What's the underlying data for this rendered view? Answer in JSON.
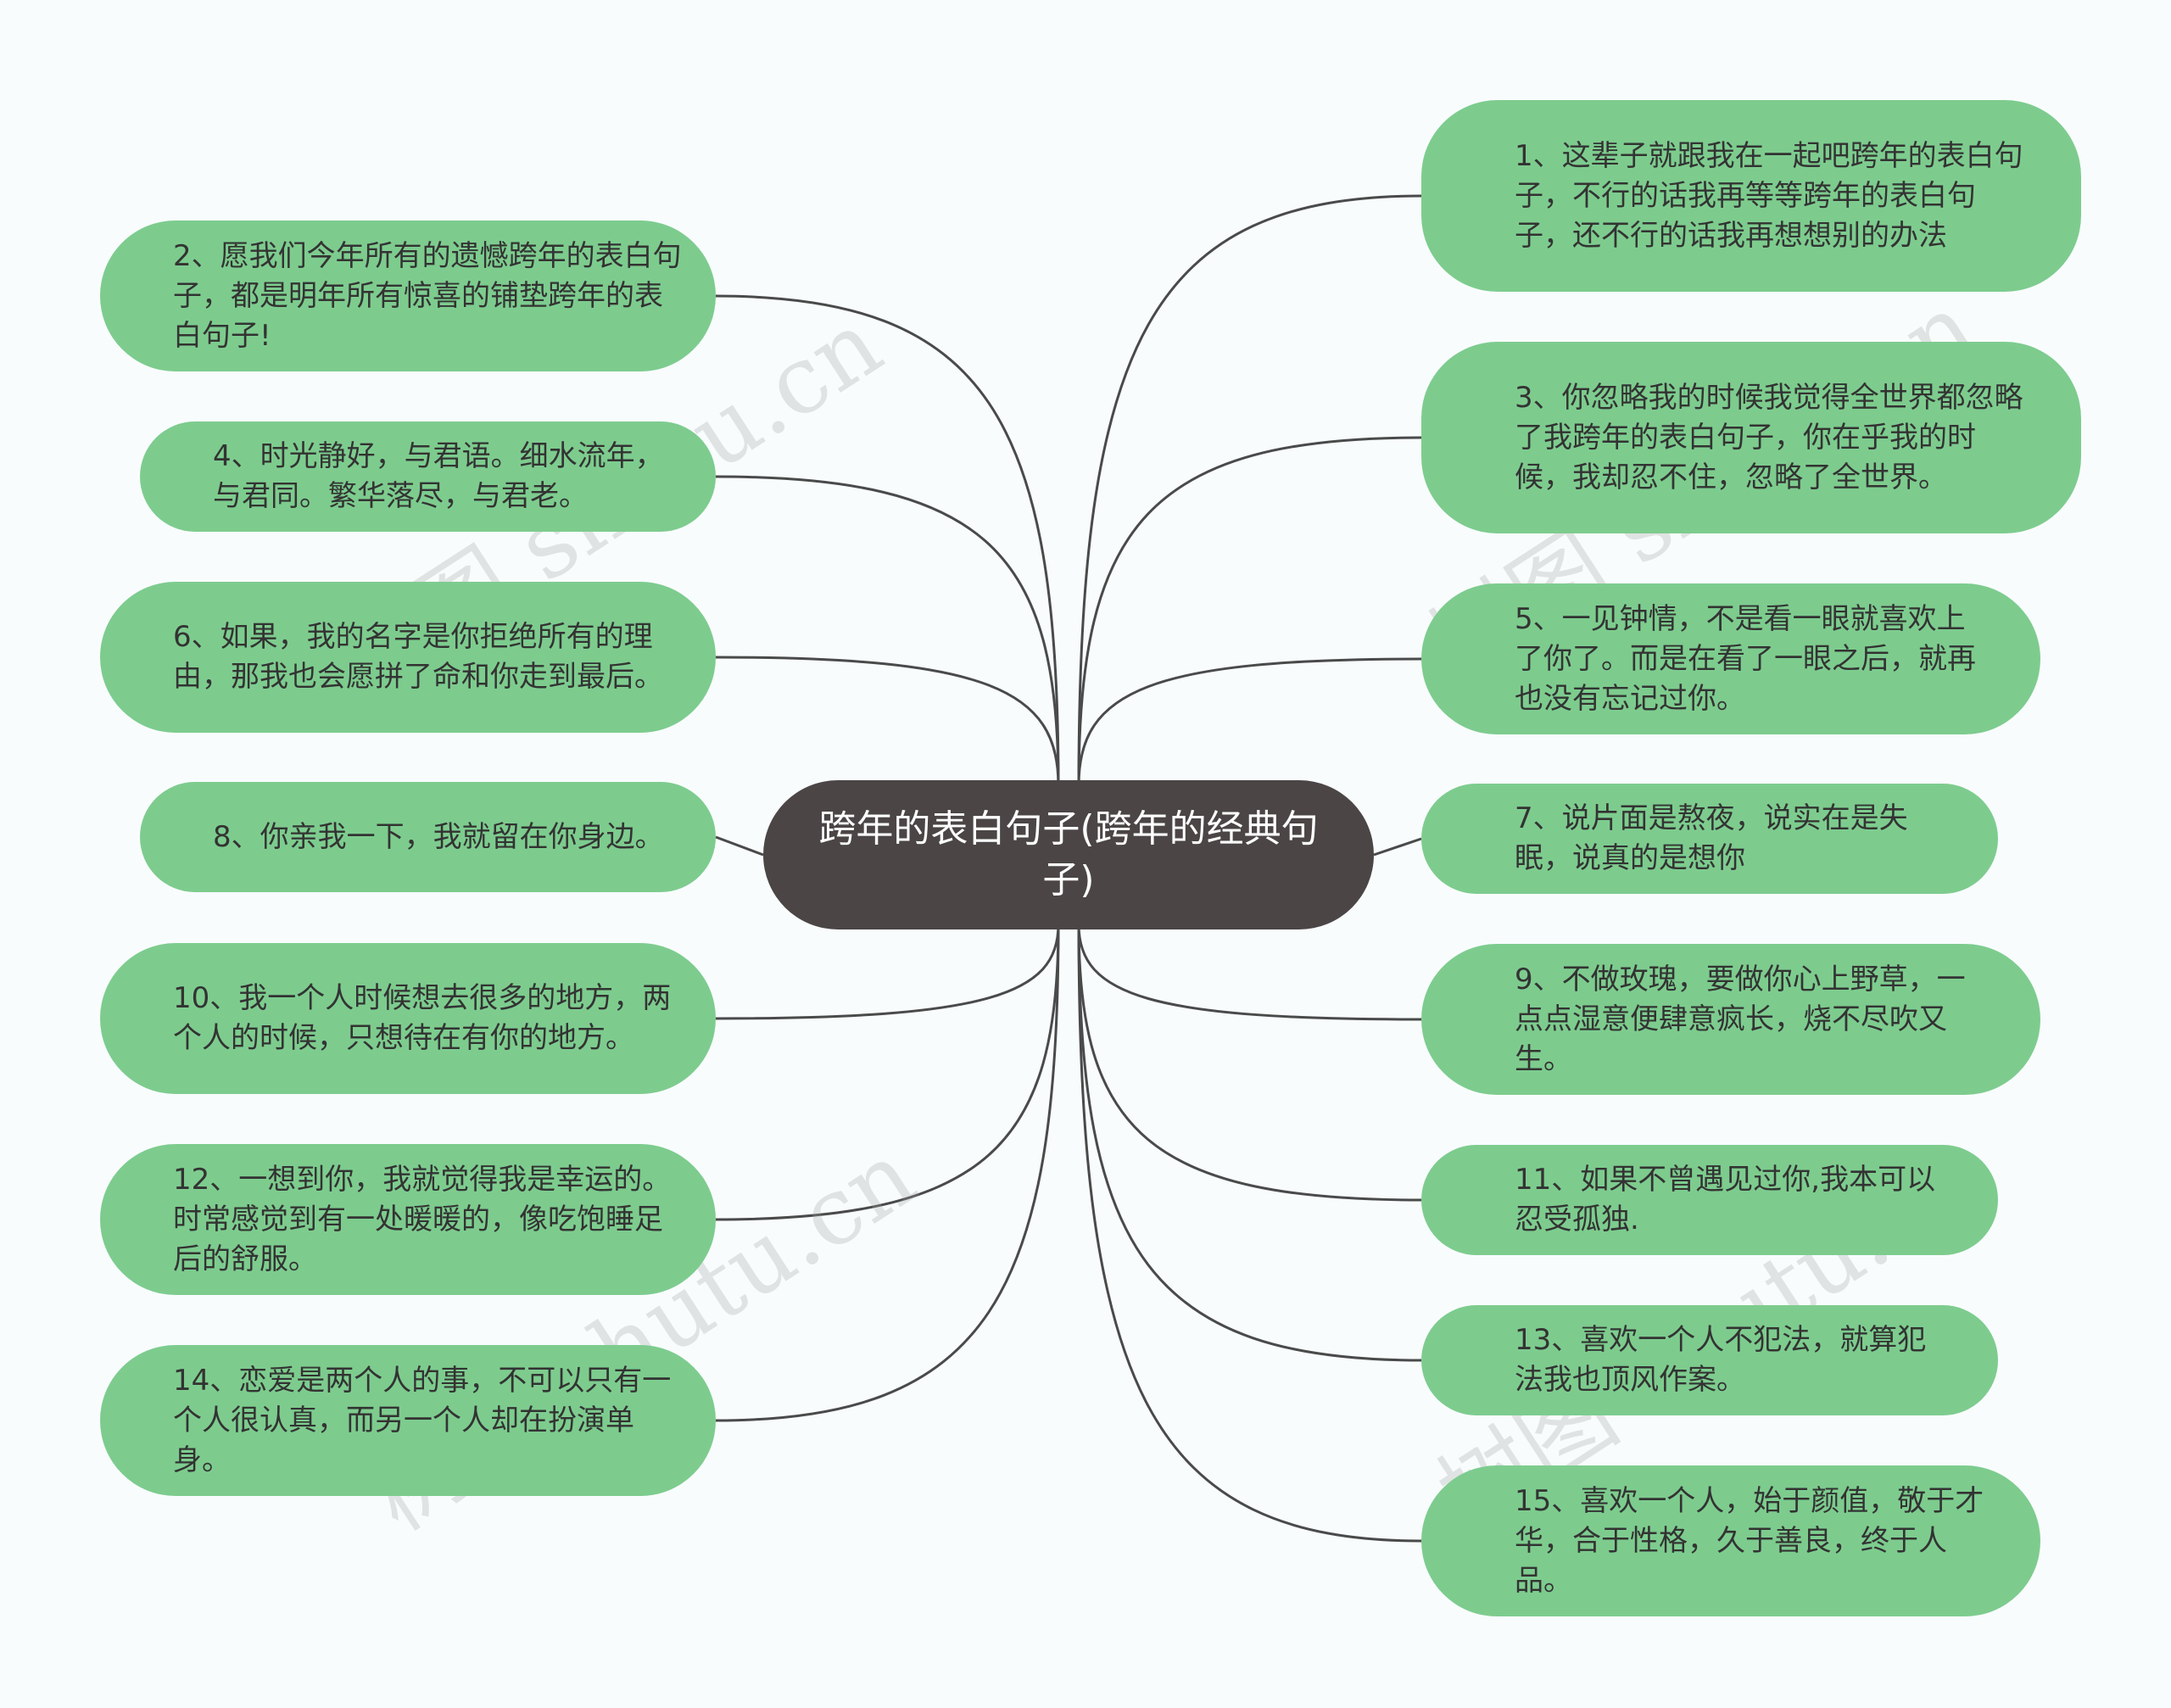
{
  "center": {
    "label": "跨年的表白句子(跨年的经典句子)"
  },
  "left_nodes": [
    {
      "label": "2、愿我们今年所有的遗憾跨年的表白句子，都是明年所有惊喜的铺垫跨年的表白句子!"
    },
    {
      "label": "4、时光静好，与君语。细水流年，与君同。繁华落尽，与君老。"
    },
    {
      "label": "6、如果，我的名字是你拒绝所有的理由，那我也会愿拼了命和你走到最后。"
    },
    {
      "label": "8、你亲我一下，我就留在你身边。"
    },
    {
      "label": "10、我一个人时候想去很多的地方，两个人的时候，只想待在有你的地方。"
    },
    {
      "label": "12、一想到你，我就觉得我是幸运的。时常感觉到有一处暖暖的，像吃饱睡足后的舒服。"
    },
    {
      "label": "14、恋爱是两个人的事，不可以只有一个人很认真，而另一个人却在扮演单身。"
    }
  ],
  "right_nodes": [
    {
      "label": "1、这辈子就跟我在一起吧跨年的表白句子，不行的话我再等等跨年的表白句子，还不行的话我再想想别的办法"
    },
    {
      "label": "3、你忽略我的时候我觉得全世界都忽略了我跨年的表白句子，你在乎我的时候，我却忍不住，忽略了全世界。"
    },
    {
      "label": "5、一见钟情，不是看一眼就喜欢上了你了。而是在看了一眼之后，就再也没有忘记过你。"
    },
    {
      "label": "7、说片面是熬夜，说实在是失眠，说真的是想你"
    },
    {
      "label": "9、不做玫瑰，要做你心上野草，一点点湿意便肆意疯长，烧不尽吹又生。"
    },
    {
      "label": "11、如果不曾遇见过你,我本可以忍受孤独."
    },
    {
      "label": "13、喜欢一个人不犯法，就算犯法我也顶风作案。"
    },
    {
      "label": "15、喜欢一个人，始于颜值，敬于才华，合于性格，久于善良，终于人品。"
    }
  ],
  "watermarks": [
    "树图 shutu.cn",
    "树图 shutu.cn",
    "树图 shutu.cn",
    "树图 shutu.cn"
  ],
  "colors": {
    "node_fill": "#7dcc8e",
    "center_fill": "#4b4545",
    "line": "#4a4a4a"
  }
}
